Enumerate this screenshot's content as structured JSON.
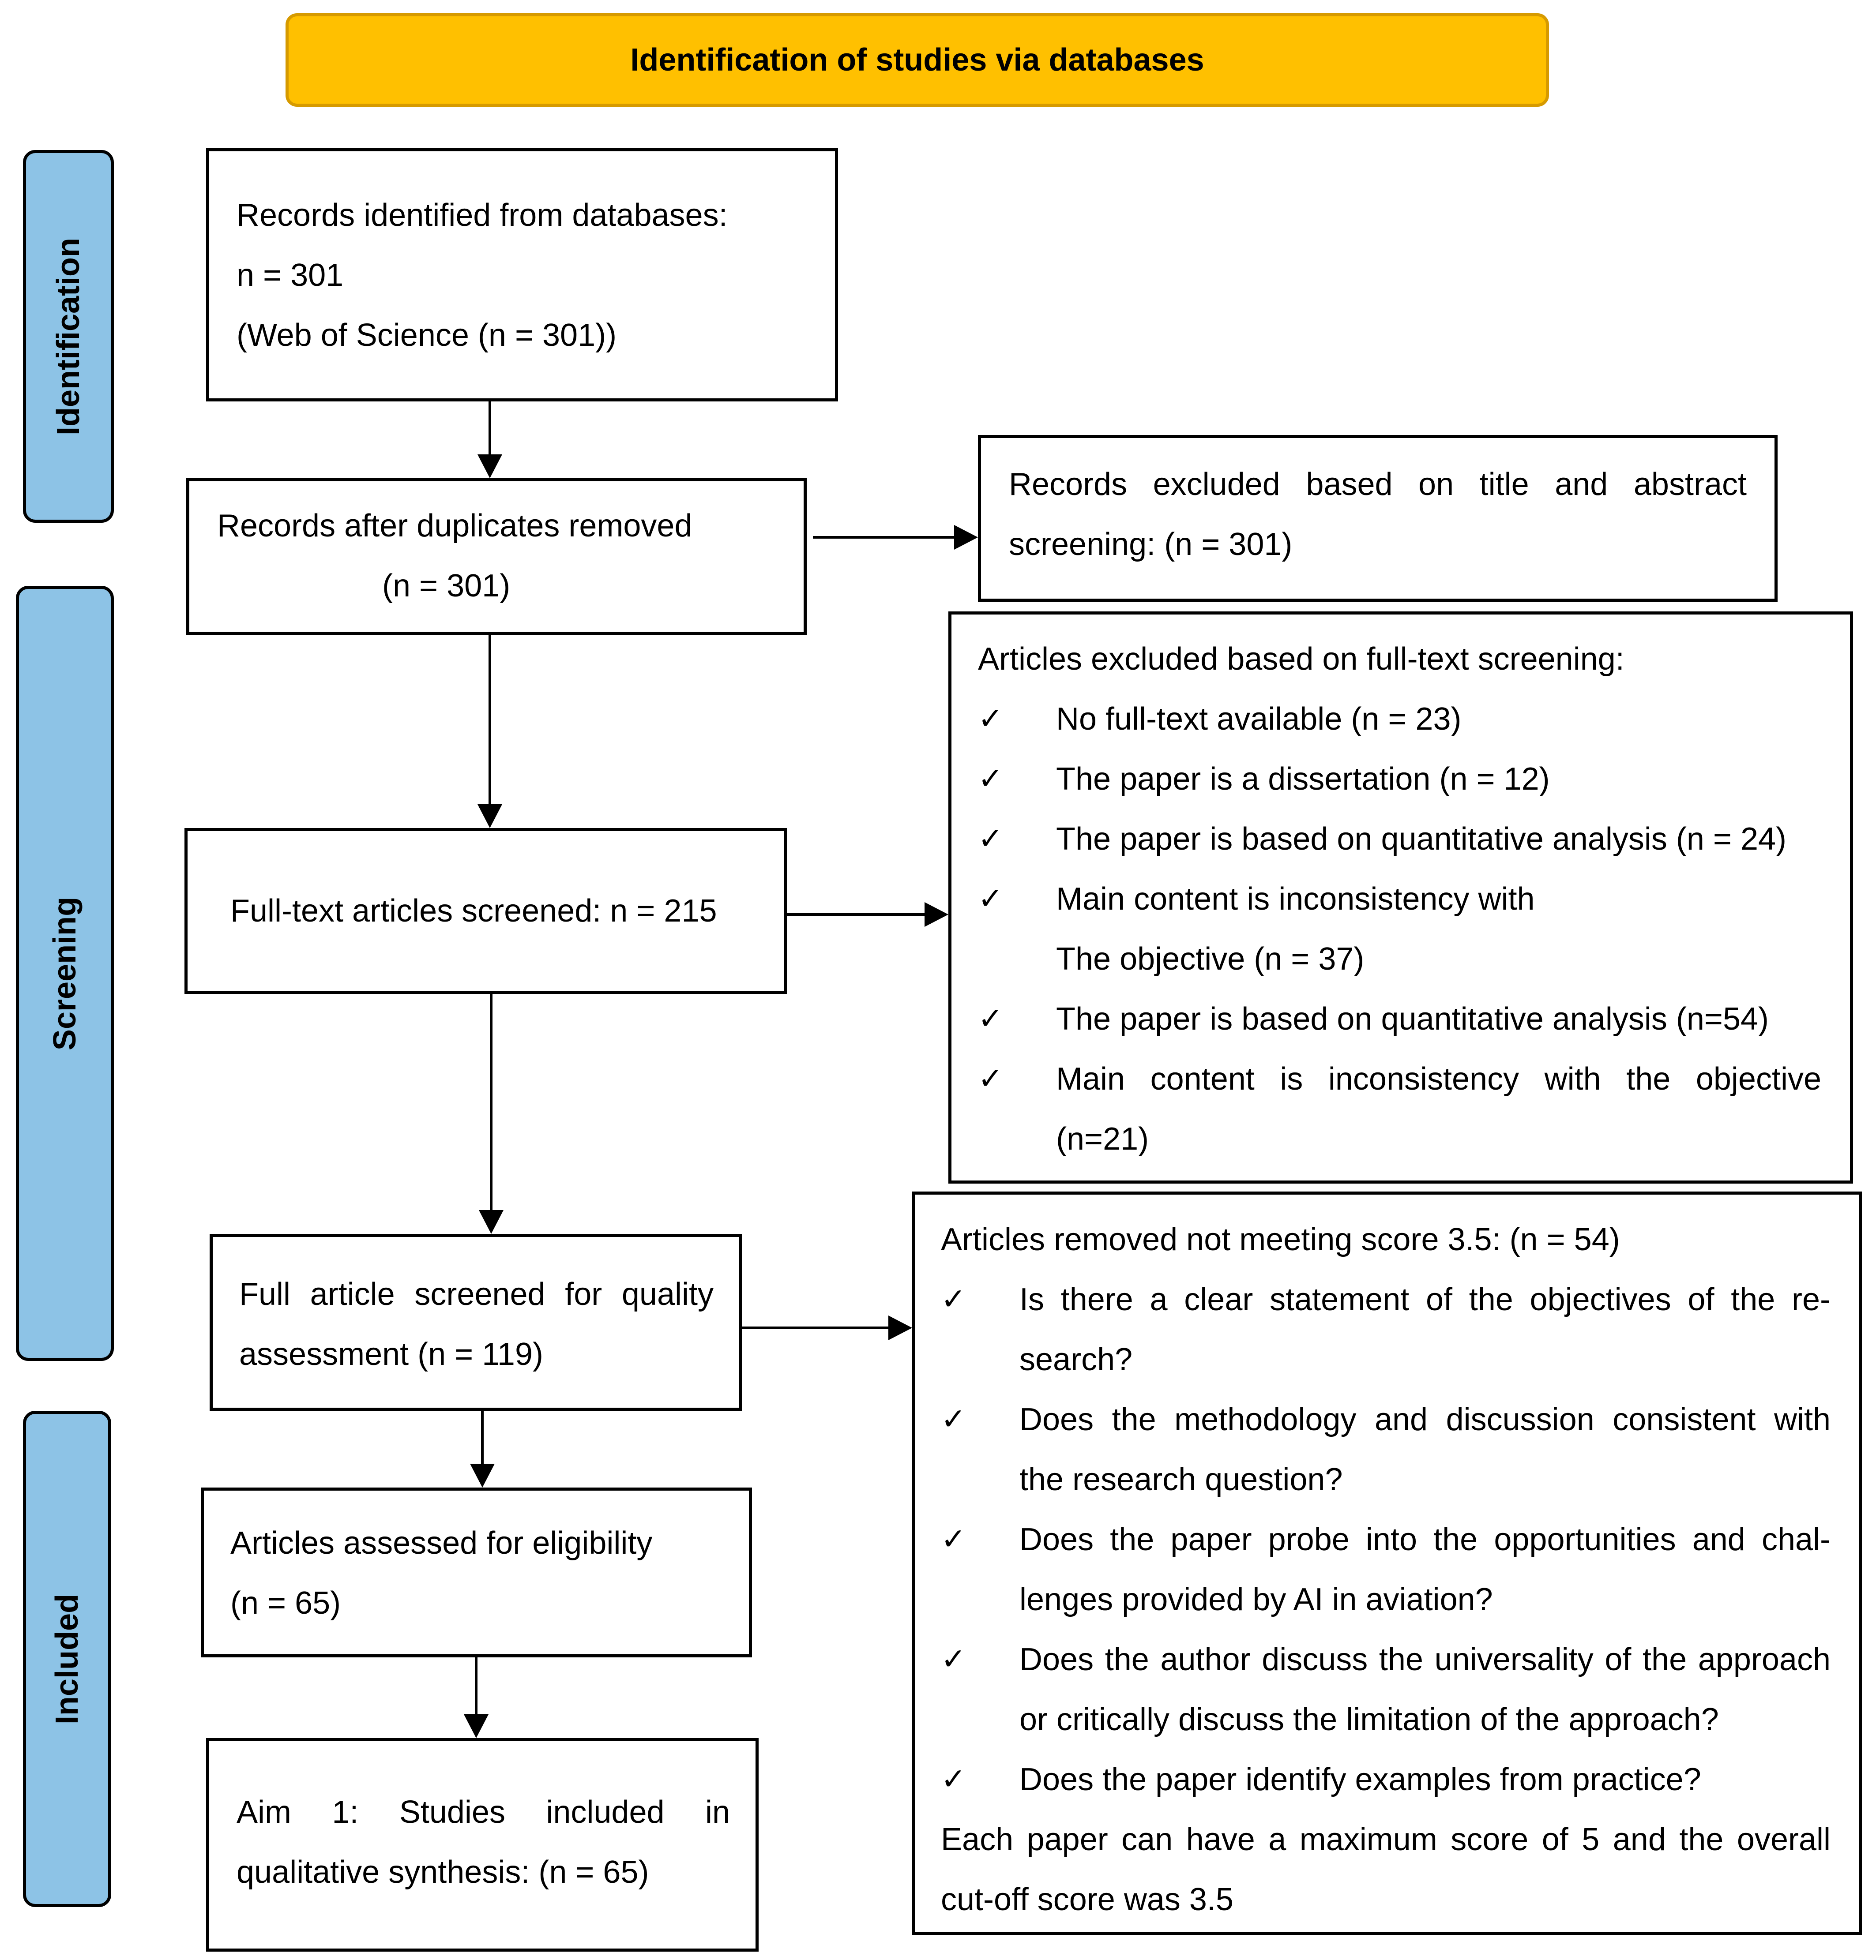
{
  "colors": {
    "banner_fill": "#ffc000",
    "banner_border": "#d69a00",
    "side_fill": "#8dc3e6",
    "stroke": "#000000"
  },
  "banner": {
    "title": "Identification of studies via databases"
  },
  "phases": {
    "identification": "Identification",
    "screening": "Screening",
    "included": "Included"
  },
  "records_identified": {
    "line1": "Records identified from databases:",
    "line2": "n = 301",
    "line3": "(Web of Science (n = 301))"
  },
  "duplicates_removed": {
    "line1": "Records after duplicates removed",
    "line2": "(n = 301)"
  },
  "excluded_title_abstract": {
    "line1": "Records excluded based on title and abstract",
    "line2": "screening: (n = 301)"
  },
  "fulltext_screened": {
    "label": "Full-text articles screened: n = 215"
  },
  "fulltext_excluded": {
    "heading": "Articles excluded based on full-text screening:",
    "check_icon": "check-icon",
    "check_glyph": "✓",
    "items": [
      {
        "lines": [
          "No full-text available (n = 23)"
        ]
      },
      {
        "lines": [
          "The paper is a dissertation (n = 12)"
        ]
      },
      {
        "lines": [
          "The paper is based on quantitative analysis (n = 24)"
        ]
      },
      {
        "lines": [
          "Main content is inconsistency with",
          "The objective (n = 37)"
        ]
      },
      {
        "lines": [
          "The paper is based on quantitative analysis (n=54)"
        ]
      },
      {
        "lines": [
          "Main content is inconsistency with the objective",
          "(n=21)"
        ]
      }
    ]
  },
  "quality_assessment": {
    "line1": "Full article screened for quality",
    "line2": "assessment (n = 119)"
  },
  "removed_score": {
    "heading": "Articles removed not meeting score 3.5: (n = 54)",
    "items": [
      {
        "lines": [
          "Is there a clear statement of the objectives of the re-",
          "search?"
        ]
      },
      {
        "lines": [
          "Does the methodology and discussion consistent with",
          "the research question?"
        ]
      },
      {
        "lines": [
          "Does the paper probe into the opportunities and chal-",
          "lenges provided by AI in aviation?"
        ]
      },
      {
        "lines": [
          "Does the author discuss the universality of the approach",
          "or critically discuss the limitation of the approach?"
        ]
      },
      {
        "lines": [
          "Does the paper identify examples from practice?"
        ]
      }
    ],
    "footer1": "Each paper can have a maximum score of 5 and the overall",
    "footer2": "cut-off score was 3.5"
  },
  "eligibility": {
    "line1": "Articles assessed for eligibility",
    "line2": "(n = 65)"
  },
  "included_studies": {
    "line1": "Aim 1: Studies included in",
    "line2": "qualitative synthesis: (n = 65)"
  }
}
